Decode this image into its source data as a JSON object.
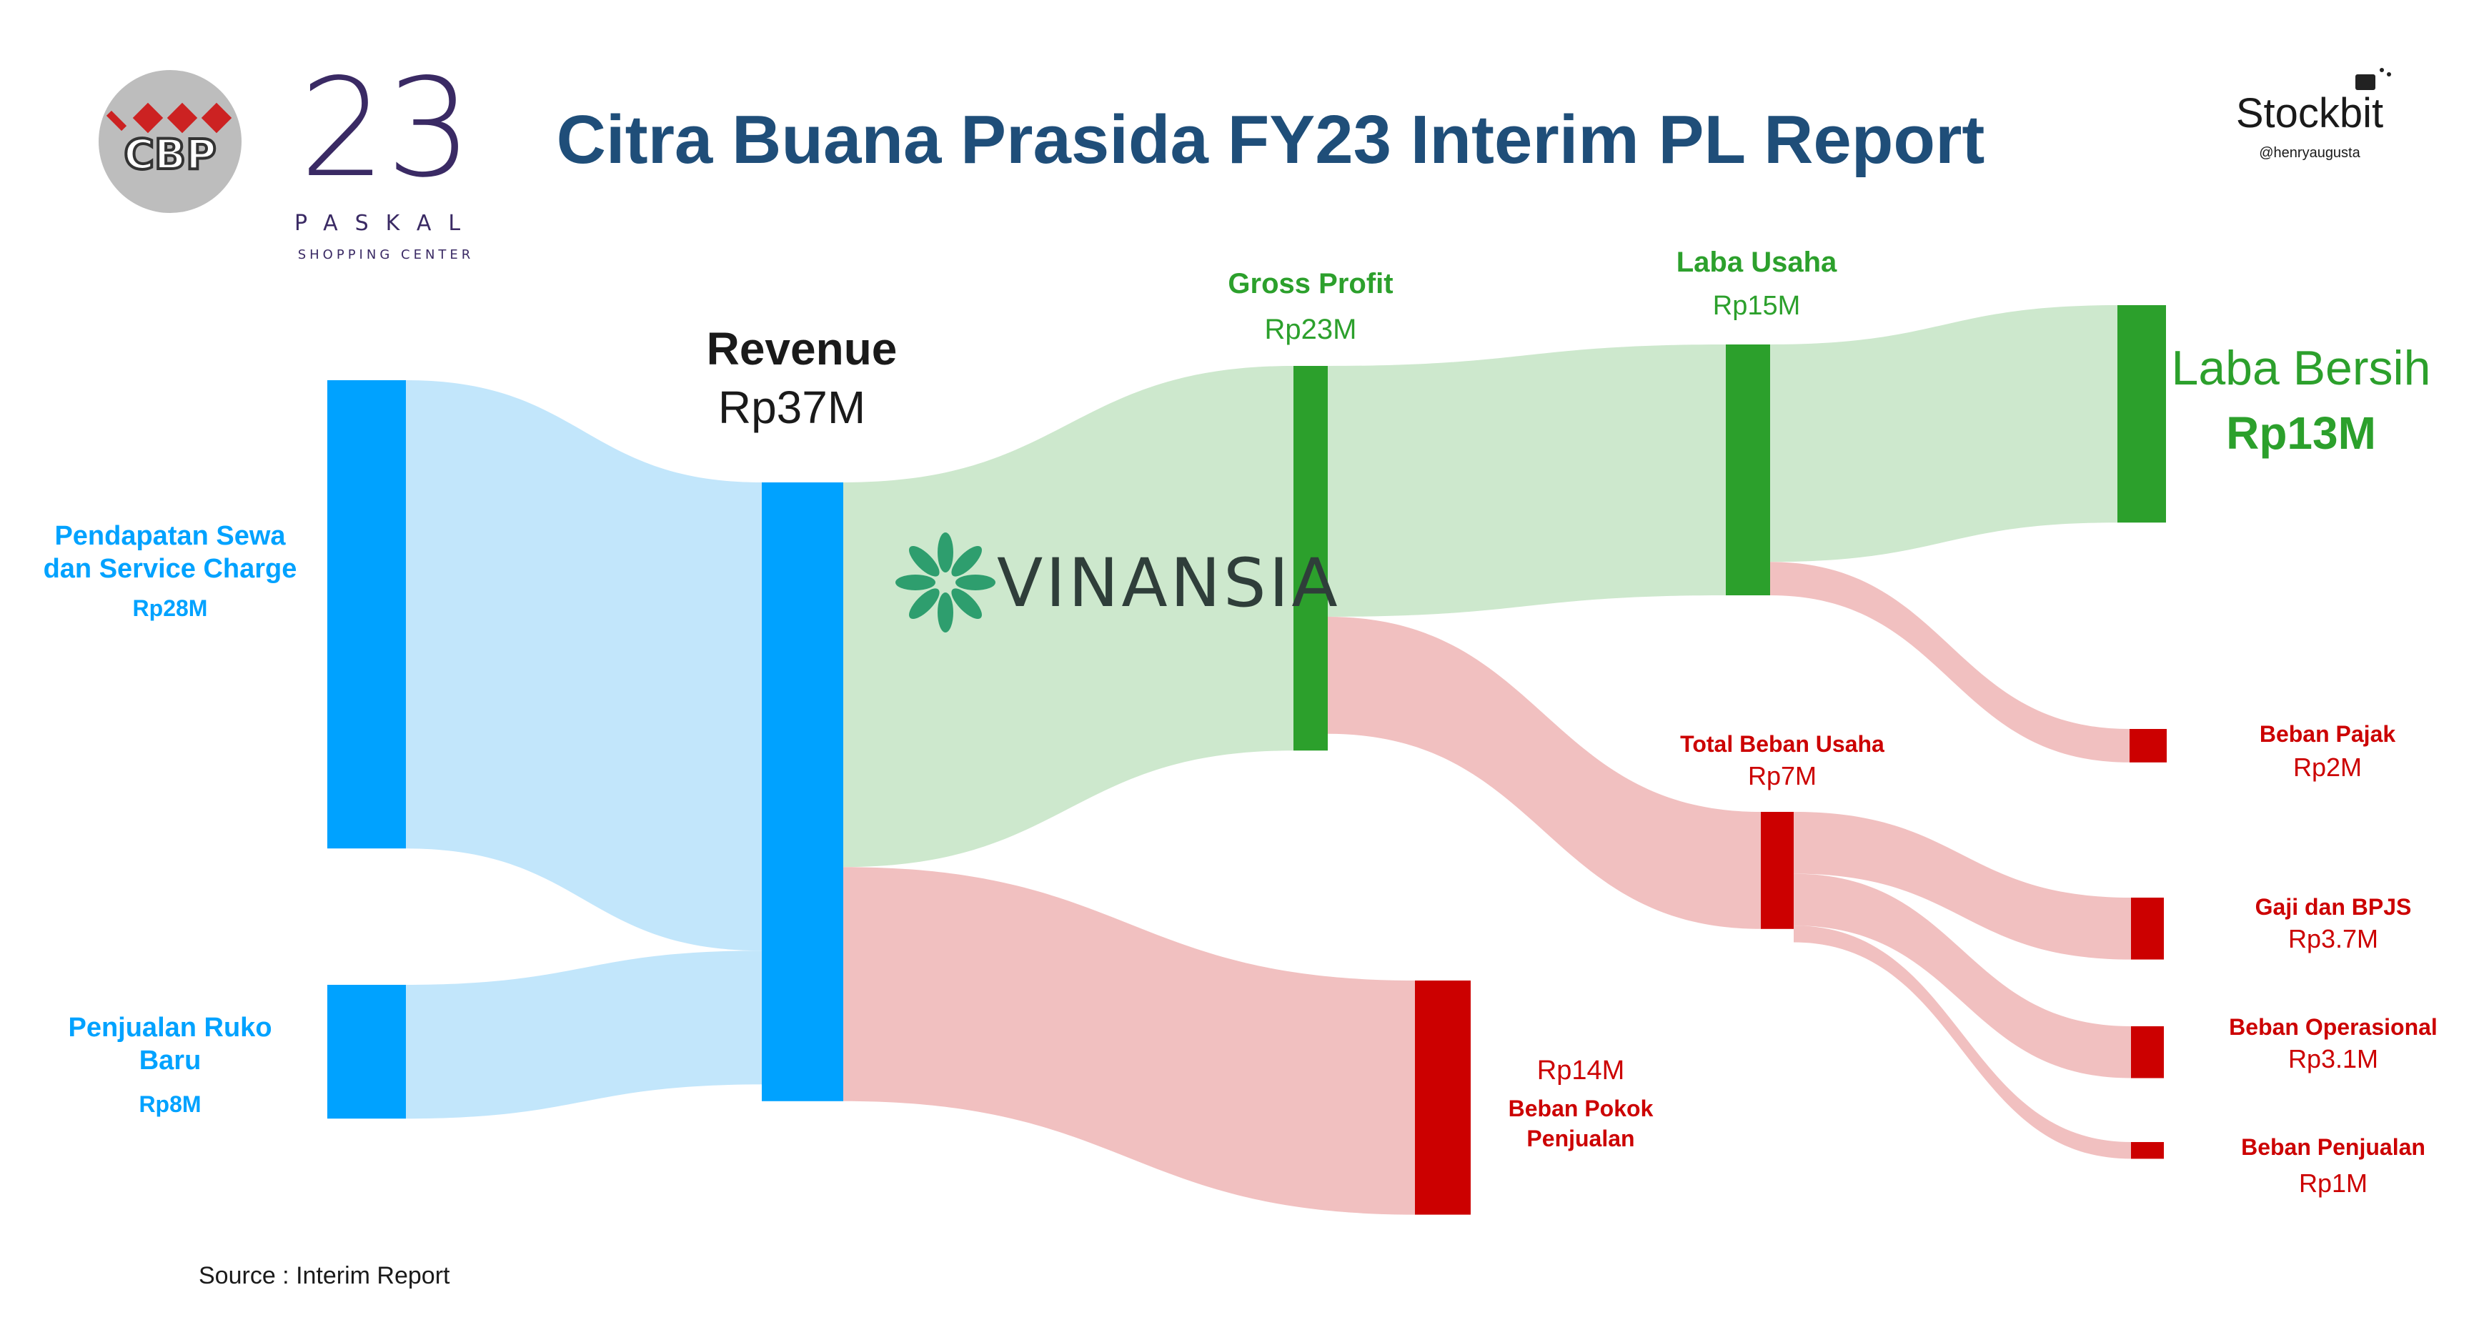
{
  "header": {
    "title": "Citra Buana Prasida FY23 Interim PL Report",
    "logo_cbp_text": "CBP",
    "logo_23_text": "23",
    "logo_paskal_text": "PASKAL",
    "logo_paskal_sub": "SHOPPING CENTER",
    "brand": "Stockbit",
    "brand_handle": "@henryaugusta"
  },
  "watermark": "VINANSIA",
  "source_note": "Source : Interim Report",
  "colors": {
    "title": "#1f4e79",
    "revenue_blue": "#00a2ff",
    "revenue_flow": "#c2e6fb",
    "profit_green": "#2ca02c",
    "profit_flow": "#cde8cd",
    "cost_red": "#cc0000",
    "cost_flow": "#f1c0c0",
    "vinansia": "#2e9e6e",
    "dark": "#1a1a1a"
  },
  "chart_data": {
    "type": "sankey",
    "unit": "Rp",
    "nodes": [
      {
        "id": "sewa",
        "label": "Pendapatan Sewa dan Service Charge",
        "value_label": "Rp28M",
        "value": 28
      },
      {
        "id": "ruko",
        "label": "Penjualan Ruko Baru",
        "value_label": "Rp8M",
        "value": 8
      },
      {
        "id": "revenue",
        "label": "Revenue",
        "value_label": "Rp37M",
        "value": 37
      },
      {
        "id": "gross",
        "label": "Gross Profit",
        "value_label": "Rp23M",
        "value": 23
      },
      {
        "id": "cogs",
        "label": "Beban Pokok Penjualan",
        "value_label": "Rp14M",
        "value": 14
      },
      {
        "id": "laba_usaha",
        "label": "Laba Usaha",
        "value_label": "Rp15M",
        "value": 15
      },
      {
        "id": "total_beban",
        "label": "Total Beban Usaha",
        "value_label": "Rp7M",
        "value": 7
      },
      {
        "id": "laba_bersih",
        "label": "Laba Bersih",
        "value_label": "Rp13M",
        "value": 13
      },
      {
        "id": "pajak",
        "label": "Beban Pajak",
        "value_label": "Rp2M",
        "value": 2
      },
      {
        "id": "gaji",
        "label": "Gaji dan BPJS",
        "value_label": "Rp3.7M",
        "value": 3.7
      },
      {
        "id": "operasional",
        "label": "Beban Operasional",
        "value_label": "Rp3.1M",
        "value": 3.1
      },
      {
        "id": "penjualan",
        "label": "Beban Penjualan",
        "value_label": "Rp1M",
        "value": 1
      }
    ],
    "links": [
      {
        "source": "sewa",
        "target": "revenue",
        "value": 28
      },
      {
        "source": "ruko",
        "target": "revenue",
        "value": 8
      },
      {
        "source": "revenue",
        "target": "gross",
        "value": 23
      },
      {
        "source": "revenue",
        "target": "cogs",
        "value": 14
      },
      {
        "source": "gross",
        "target": "laba_usaha",
        "value": 15
      },
      {
        "source": "gross",
        "target": "total_beban",
        "value": 7
      },
      {
        "source": "laba_usaha",
        "target": "laba_bersih",
        "value": 13
      },
      {
        "source": "laba_usaha",
        "target": "pajak",
        "value": 2
      },
      {
        "source": "total_beban",
        "target": "gaji",
        "value": 3.7
      },
      {
        "source": "total_beban",
        "target": "operasional",
        "value": 3.1
      },
      {
        "source": "total_beban",
        "target": "penjualan",
        "value": 1
      }
    ]
  }
}
